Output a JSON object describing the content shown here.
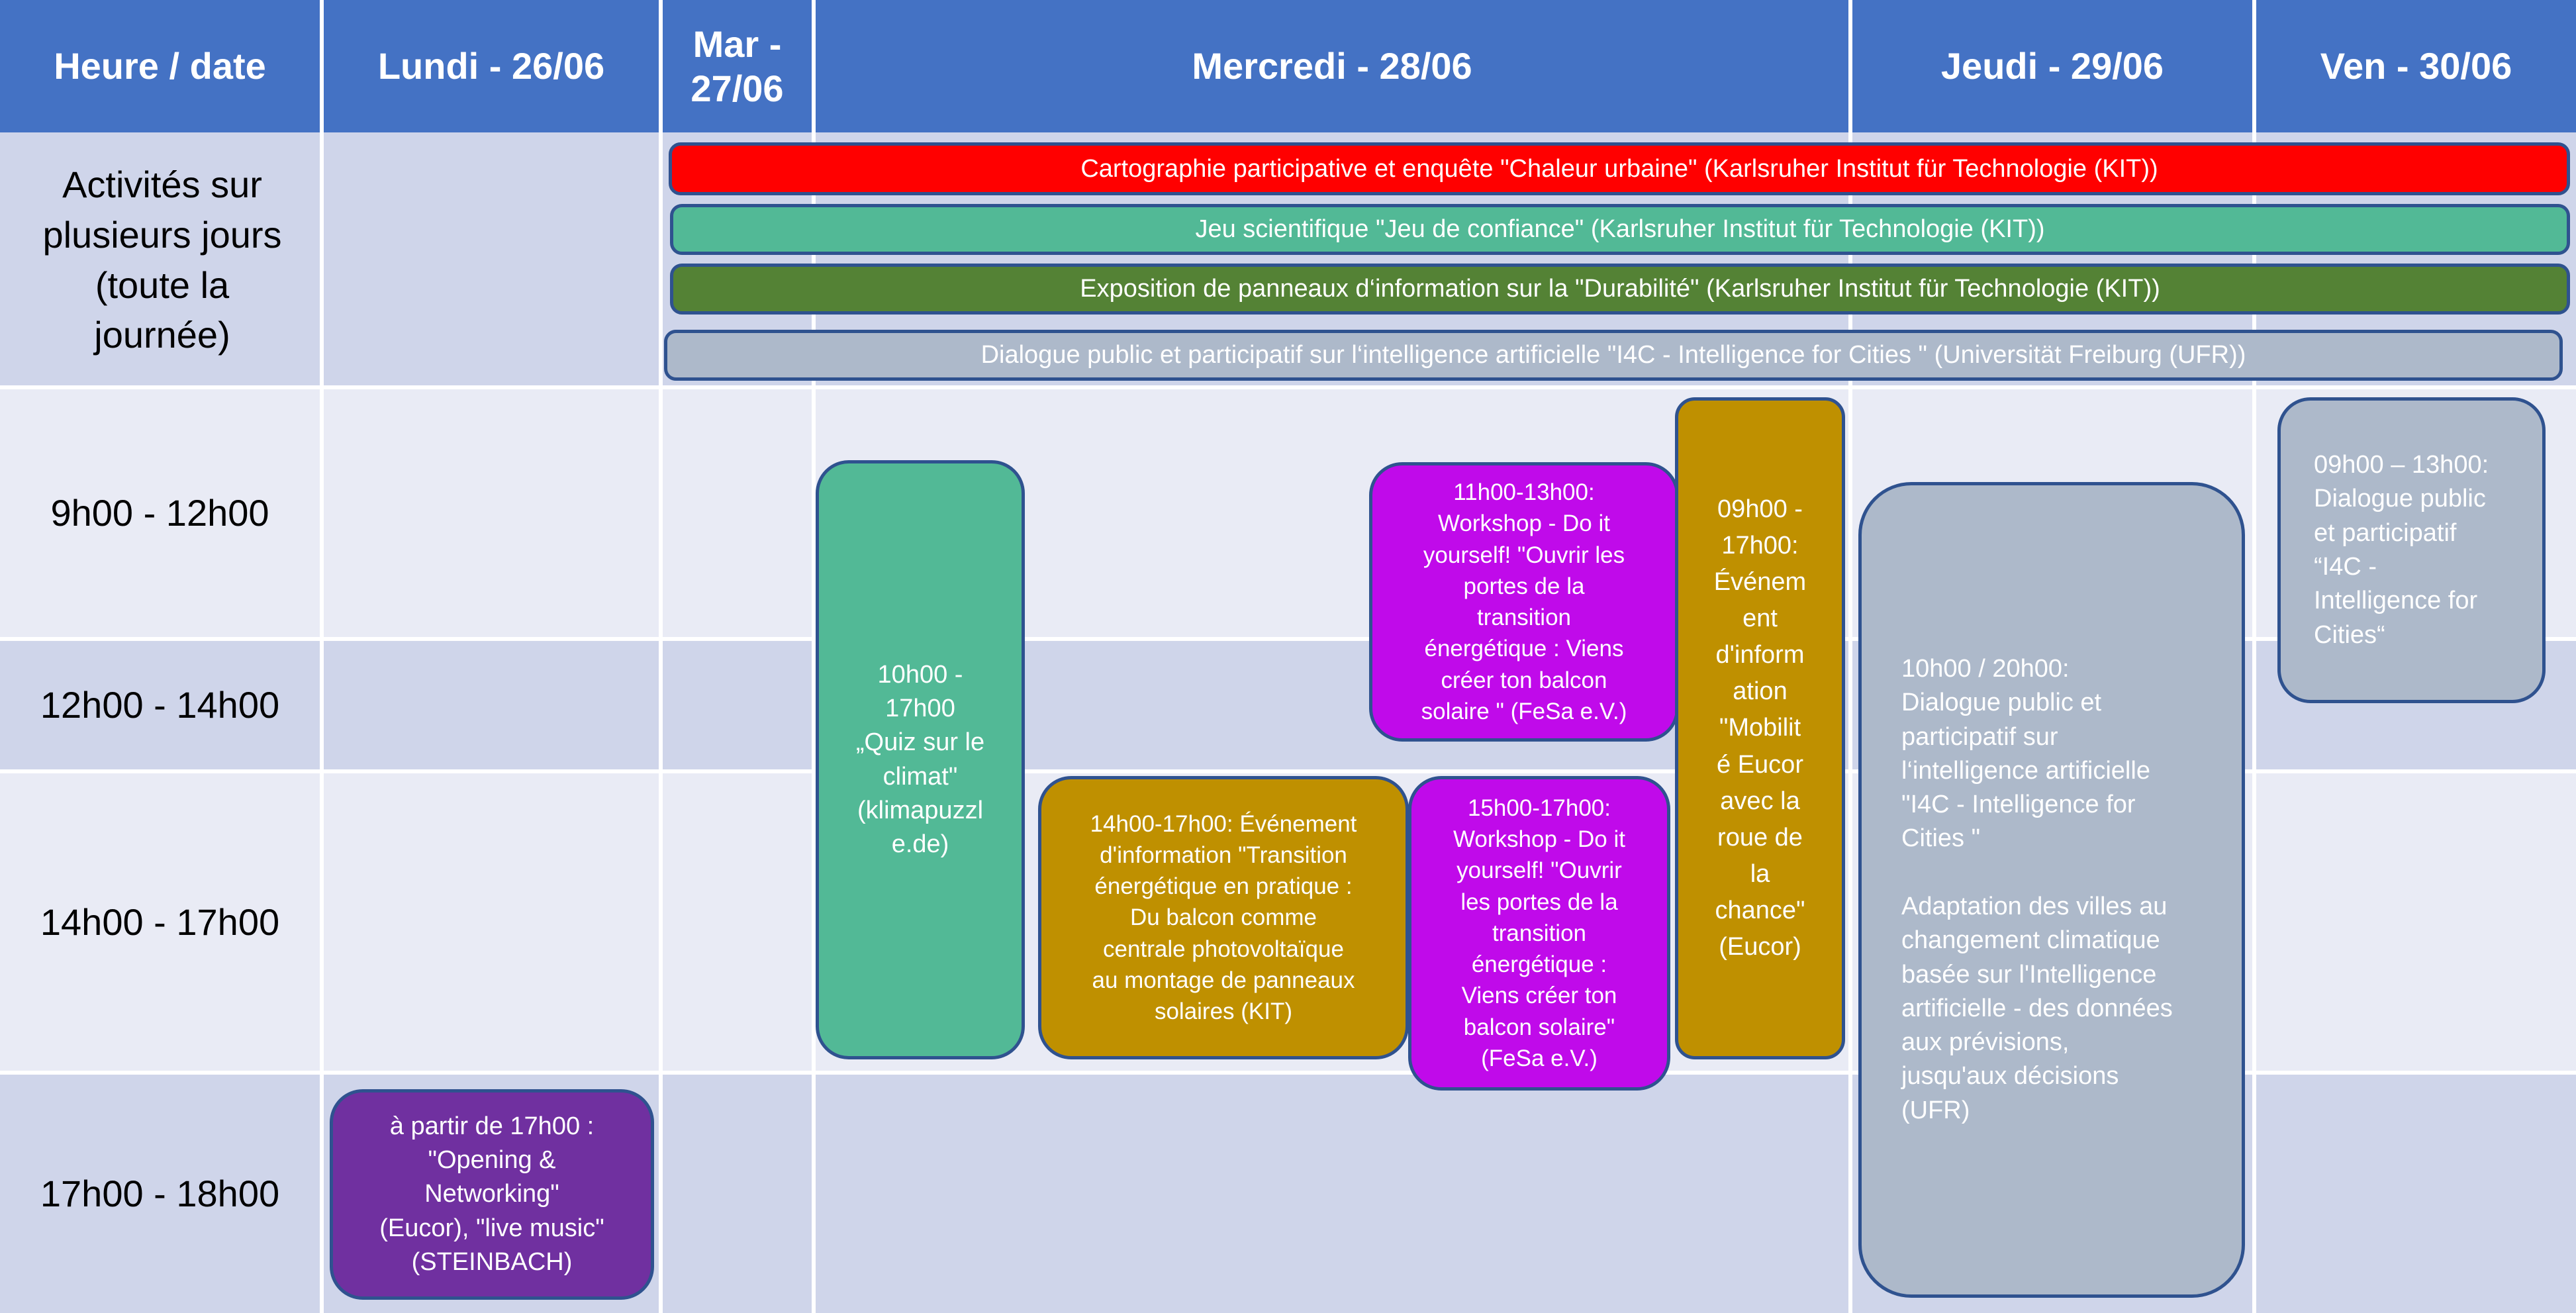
{
  "colors": {
    "header": "#4472c4",
    "band_dark": "#cfd5ea",
    "band_light": "#e9ebf5",
    "grid": "#ffffff",
    "red": "#ff0000",
    "teal": "#52b996",
    "green": "#548235",
    "gray": "#adb9ca",
    "ochre": "#bf9000",
    "magenta": "#c00aea",
    "purple": "#7030a0"
  },
  "header": {
    "col0": "Heure / date",
    "col1": "Lundi - 26/06",
    "col2": "Mar - 27/06",
    "col3": "Mercredi - 28/06",
    "col4": "Jeudi - 29/06",
    "col5": "Ven - 30/06"
  },
  "rows": {
    "multi": "Activités sur plusieurs jours (toute la journée)",
    "r1": "9h00 - 12h00",
    "r2": "12h00 - 14h00",
    "r3": "14h00 - 17h00",
    "r4": "17h00 - 18h00"
  },
  "bars": {
    "b1": "Cartographie participative et enquête \"Chaleur urbaine\" (Karlsruher Institut für Technologie (KIT))",
    "b2": "Jeu scientifique \"Jeu de confiance\" (Karlsruher Institut für Technologie (KIT))",
    "b3": "Exposition de panneaux d‘information sur la \"Durabilité\" (Karlsruher Institut für Technologie (KIT))",
    "b4": "Dialogue public et participatif  sur l‘intelligence artificielle \"I4C - Intelligence for Cities \" (Universität Freiburg (UFR))"
  },
  "events": {
    "quiz": "10h00 -\n17h00\n„Quiz sur le\nclimat\"\n(klimapuzzl\ne.de)",
    "workshop1": "11h00-13h00:\nWorkshop - Do it\nyourself!  \"Ouvrir les\nportes de la\ntransition\nénergétique : Viens\ncréer  ton balcon\nsolaire \" (FeSa e.V.)",
    "mobilite": "09h00 -\n17h00:\nÉvénem\nent\nd'inform\nation\n\"Mobilit\né Eucor\navec la\nroue de\nla\nchance\"\n(Eucor)",
    "transition": "14h00-17h00: Événement\nd'information \"Transition\nénergétique en pratique :\nDu  balcon comme\ncentrale photovoltaïque\nau montage de panneaux\nsolaires (KIT)",
    "workshop2": "15h00-17h00:\nWorkshop - Do it\nyourself! \"Ouvrir\nles portes de la\ntransition\nénergétique :\nViens créer  ton\nbalcon solaire\"\n(FeSa e.V.)",
    "jeudi": "10h00 / 20h00:\nDialogue public et\nparticipatif  sur\nl‘intelligence artificielle\n\"I4C - Intelligence for\nCities \"\n\nAdaptation des villes au\nchangement climatique\nbasée sur l'Intelligence\nartificielle - des données\naux prévisions,\njusqu'aux décisions\n(UFR)",
    "vendredi": "09h00 – 13h00:\nDialogue public\net participatif\n“I4C -\nIntelligence for\nCities“",
    "opening": "à partir de 17h00 :\n\"Opening &\nNetworking\"\n(Eucor), \"live music\"\n(STEINBACH)"
  }
}
